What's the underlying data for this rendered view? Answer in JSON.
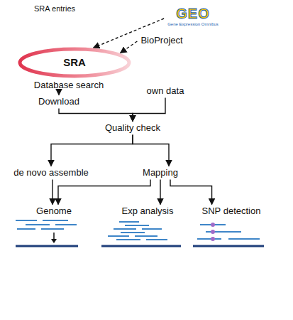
{
  "diagram": {
    "nodes": [
      {
        "text": [
          "GEO",
          "Gene Expression Omnibus"
        ]
      },
      {
        "text": [
          "BioProject"
        ]
      },
      {
        "text": [
          "SRA"
        ]
      },
      {
        "text": [
          "Database search"
        ]
      },
      {
        "text": [
          "Download"
        ]
      },
      {
        "text": [
          "own data"
        ]
      },
      {
        "text": [
          "Quality check"
        ]
      },
      {
        "text": [
          "de novo assemble"
        ]
      },
      {
        "text": [
          "Mapping"
        ]
      },
      {
        "text": [
          "Genome"
        ]
      },
      {
        "text": [
          "Exp analysis"
        ]
      },
      {
        "text": [
          "SNP detection"
        ]
      }
    ],
    "edges": [
      {
        "from": 0,
        "to": 2,
        "arrow": "to"
      },
      {
        "from": 1,
        "to": 2,
        "arrow": "to"
      },
      {
        "from": 3,
        "to": 4,
        "arrow": "to"
      },
      {
        "from": 4,
        "to": 6,
        "arrow": "to"
      },
      {
        "from": 5,
        "to": 6,
        "arrow": "to"
      },
      {
        "from": 6,
        "to": 7,
        "arrow": "to"
      },
      {
        "from": 6,
        "to": 8,
        "arrow": "to"
      },
      {
        "from": 7,
        "to": 9,
        "arrow": "to"
      },
      {
        "from": 8,
        "to": 9,
        "arrow": "to"
      },
      {
        "from": 8,
        "to": 10,
        "arrow": "to"
      },
      {
        "from": 8,
        "to": 11,
        "arrow": "to"
      }
    ],
    "labels": [
      "SRA entries"
    ]
  }
}
